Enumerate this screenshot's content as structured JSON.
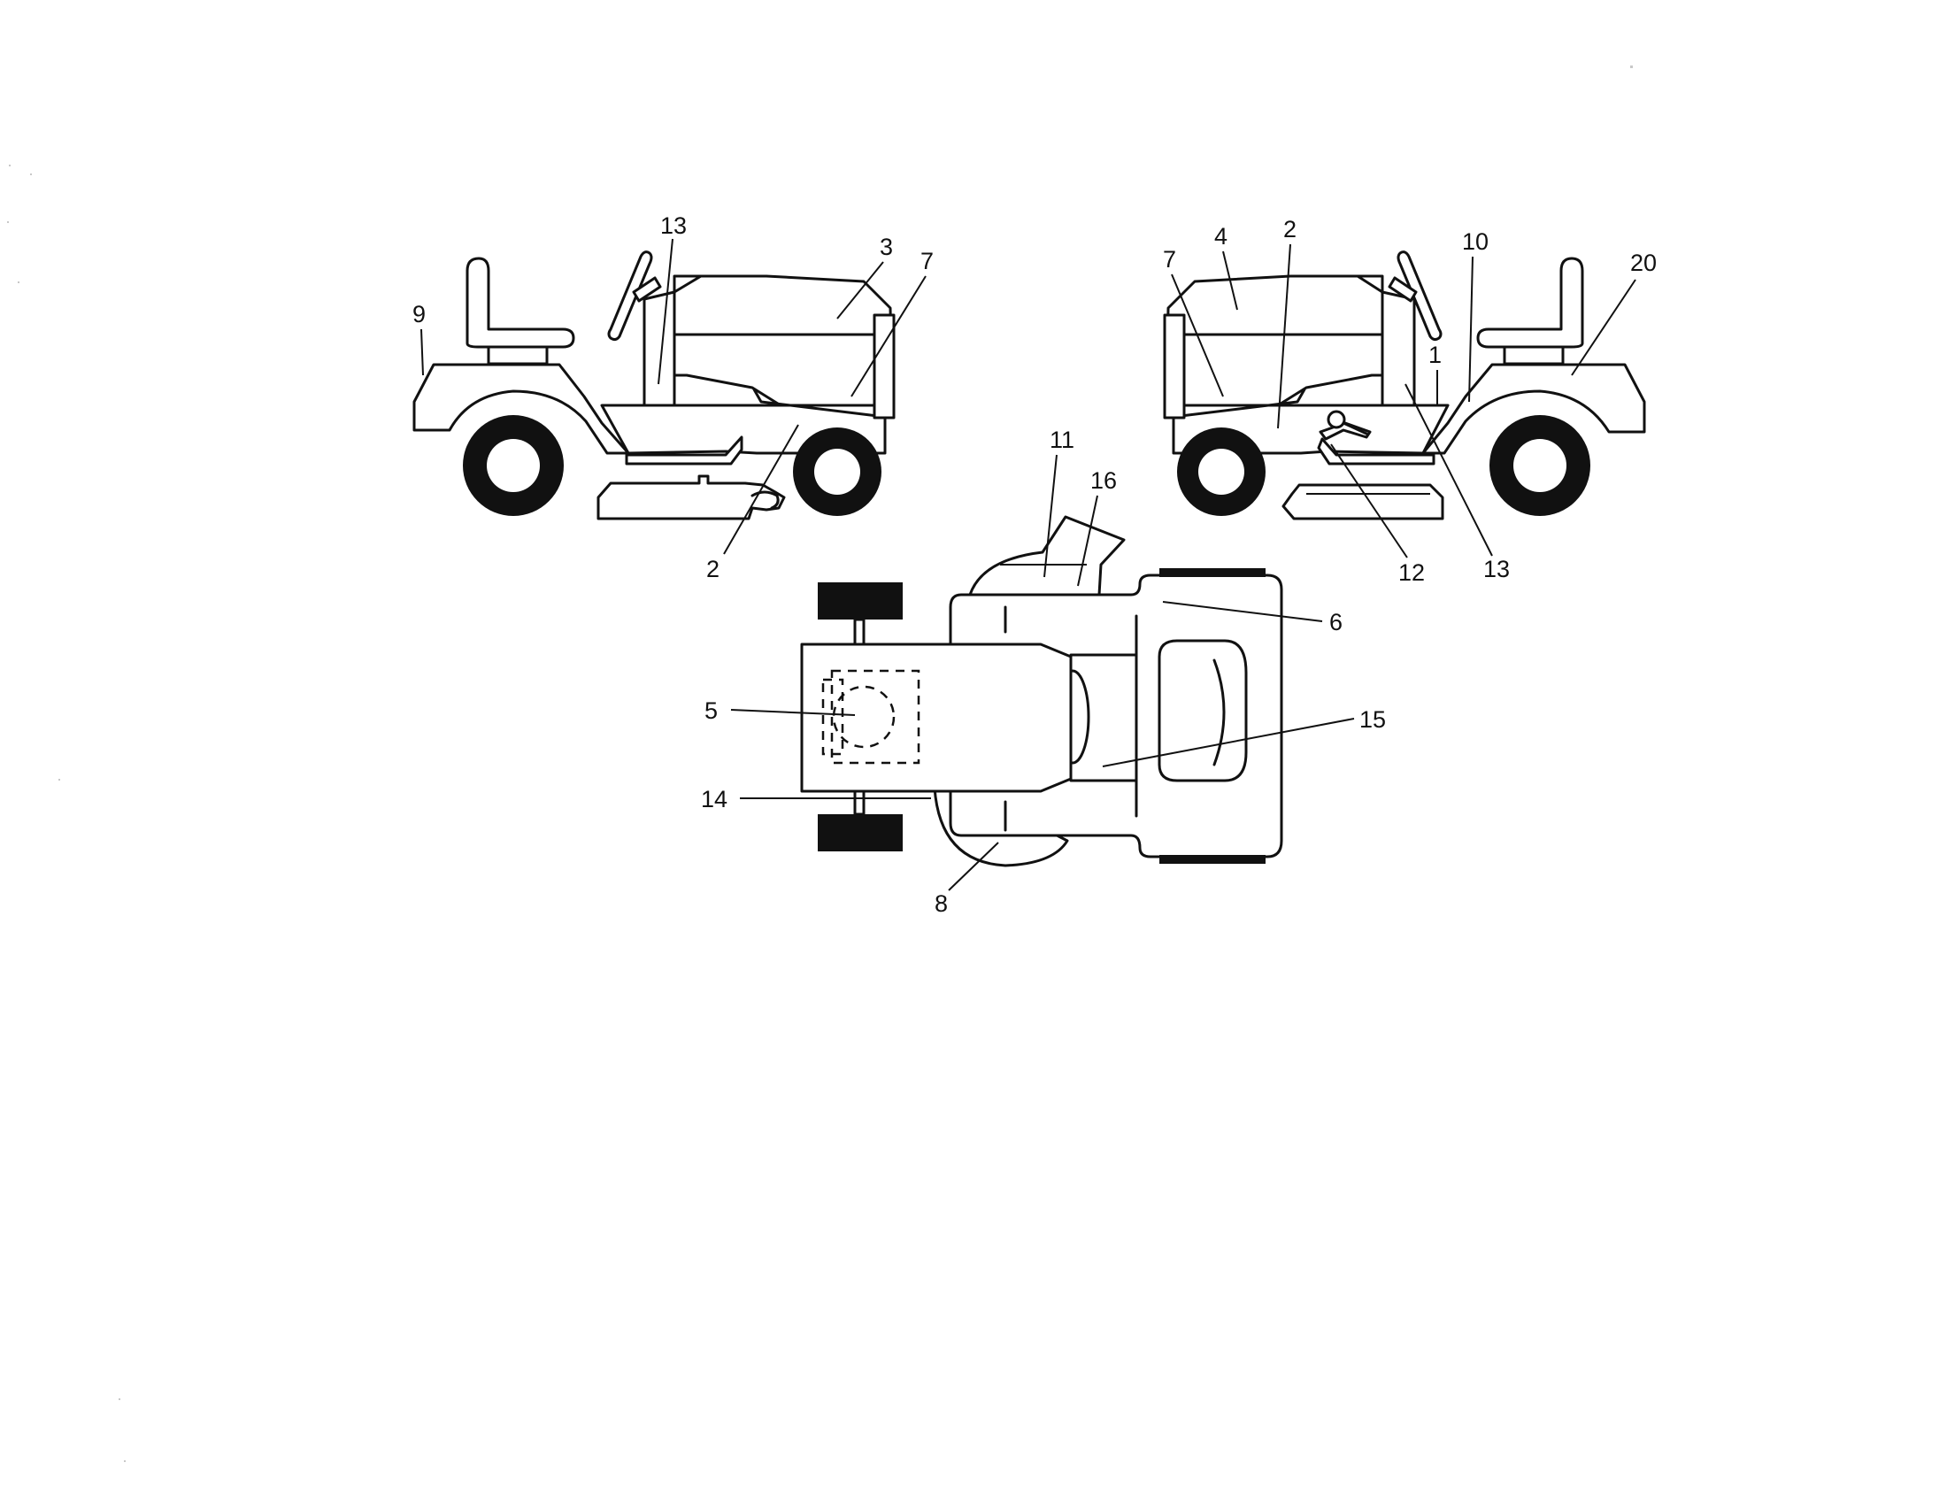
{
  "views": {
    "left_side": {
      "callouts": [
        "13",
        "3",
        "7",
        "9",
        "2"
      ]
    },
    "right_side": {
      "callouts": [
        "4",
        "2",
        "7",
        "10",
        "20",
        "1",
        "12",
        "13"
      ]
    },
    "top": {
      "callouts": [
        "11",
        "16",
        "6",
        "5",
        "15",
        "14",
        "8"
      ]
    }
  }
}
